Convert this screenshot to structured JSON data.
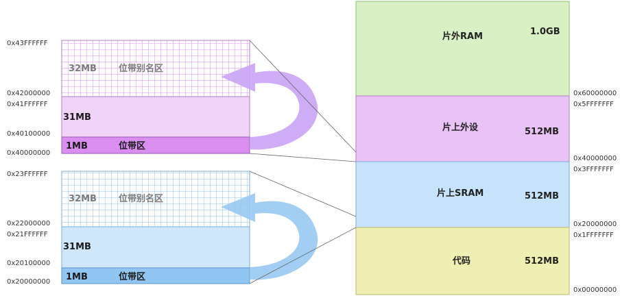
{
  "memory_map": {
    "regions": [
      {
        "label": "片外RAM",
        "size": "1.0GB",
        "start": "0x60000000",
        "end": ""
      },
      {
        "label": "片上外设",
        "size": "512MB",
        "start": "0x40000000",
        "end": "0x5FFFFFFF"
      },
      {
        "label": "片上SRAM",
        "size": "512MB",
        "start": "0x20000000",
        "end": "0x3FFFFFFF"
      },
      {
        "label": "代码",
        "size": "512MB",
        "start": "0x00000000",
        "end": "0x1FFFFFFF"
      }
    ]
  },
  "peripheral_detail": {
    "alias": {
      "top": "0x43FFFFFF",
      "bottom": "0x42000000",
      "size": "32MB",
      "name": "位带别名区"
    },
    "mid": {
      "top": "0x41FFFFFF",
      "bottom": "0x40100000",
      "size": "31MB"
    },
    "band": {
      "bottom": "0x40000000",
      "size": "1MB",
      "name": "位带区"
    }
  },
  "sram_detail": {
    "alias": {
      "top": "0x23FFFFFF",
      "bottom": "0x22000000",
      "size": "32MB",
      "name": "位带别名区"
    },
    "mid": {
      "top": "0x21FFFFFF",
      "bottom": "0x20100000",
      "size": "31MB"
    },
    "band": {
      "bottom": "0x20000000",
      "size": "1MB",
      "name": "位带区"
    }
  },
  "colors": {
    "ext_ram": "#d9efc4",
    "peripheral": "#e9c3f5",
    "sram": "#c7e3fb",
    "code": "#efefb3",
    "purple_arrow": "#c9a4f5",
    "blue_arrow": "#98c9f2"
  }
}
